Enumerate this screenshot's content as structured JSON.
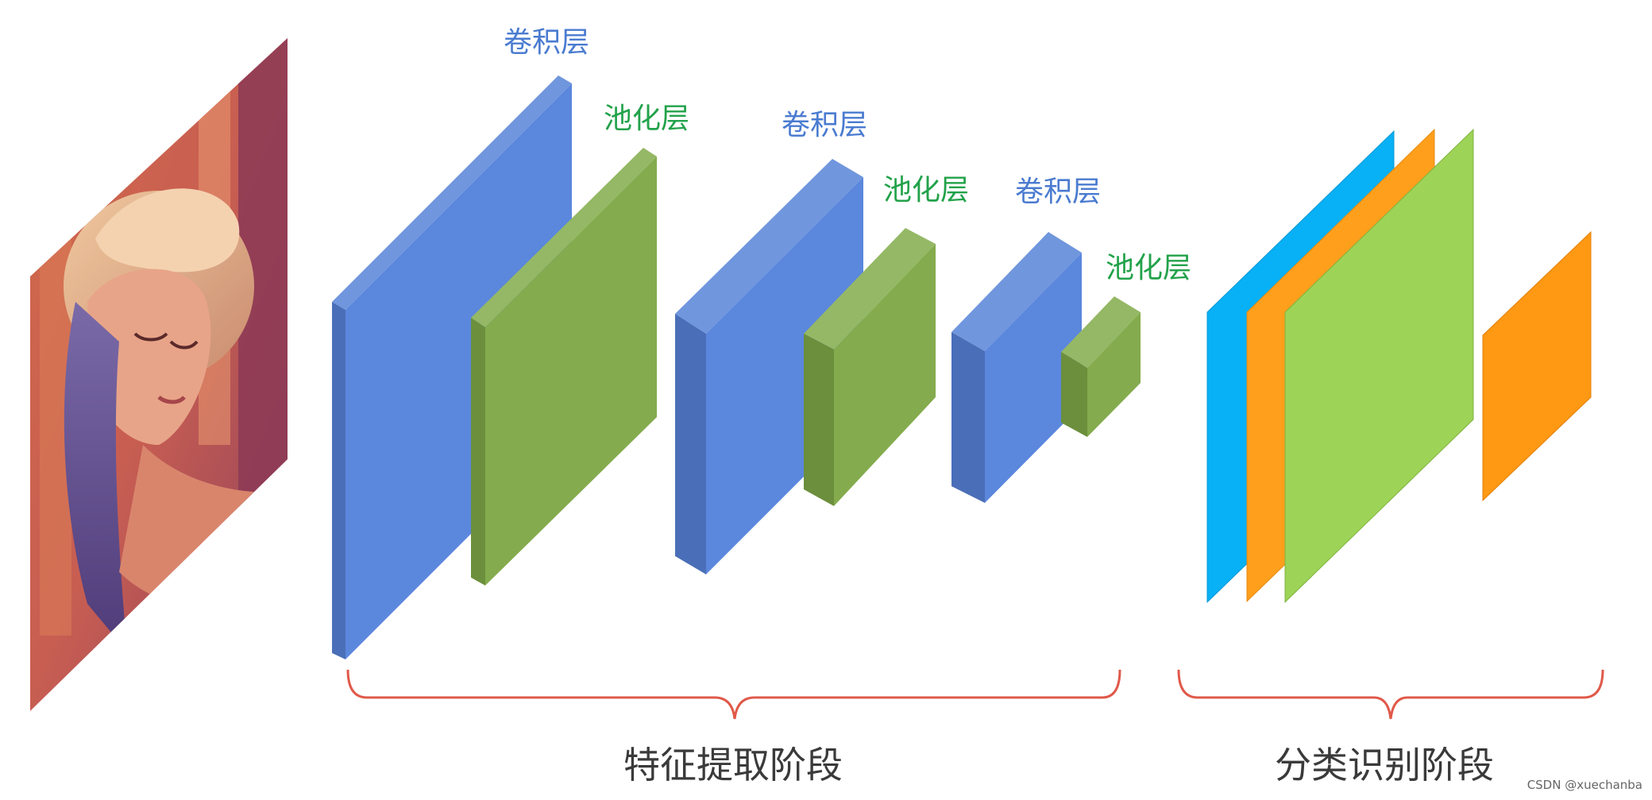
{
  "labels": {
    "conv": "卷积层",
    "pool": "池化层"
  },
  "stages": {
    "feature_extraction": "特征提取阶段",
    "classification": "分类识别阶段"
  },
  "credit": "CSDN @xuechanba",
  "colors": {
    "conv_front": "#5b87dd",
    "conv_side": "#4a6fb8",
    "conv_top": "#7096dd",
    "pool_front": "#84ab4d",
    "pool_side": "#6b8f3c",
    "pool_top": "#94b865",
    "fc_blue": "#08b0f5",
    "fc_orange": "#ff9f1c",
    "fc_green": "#9dd356",
    "output_orange": "#ff9813",
    "brace": "#e0594a",
    "label_conv": "#4a7bd0",
    "label_pool": "#22a24a"
  },
  "input_image": "photo-of-woman-in-hat"
}
